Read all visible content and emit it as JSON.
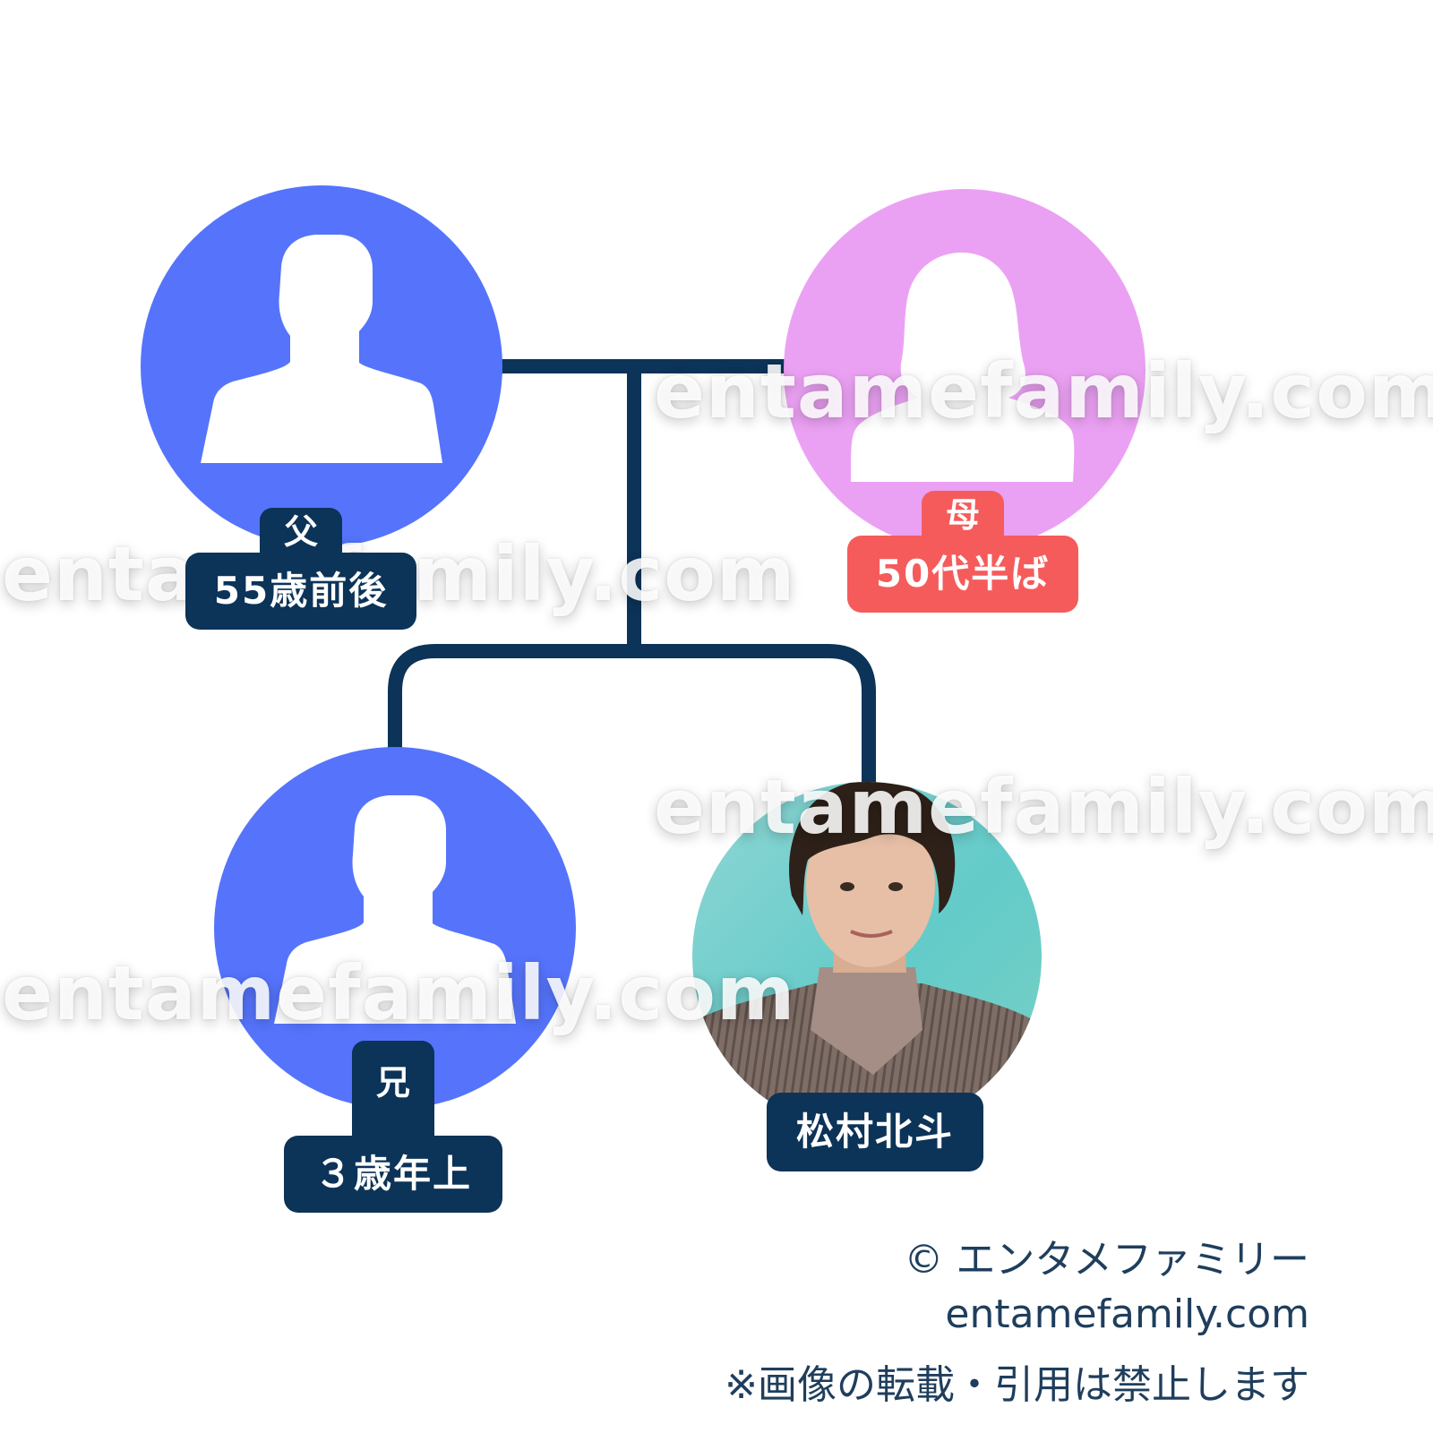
{
  "colors": {
    "male_circle": "#5574fb",
    "female_circle": "#eba1f3",
    "connector": "#0c3358",
    "label_navy": "#0c3358",
    "label_red": "#f65b5b",
    "silhouette": "#ffffff"
  },
  "members": {
    "father": {
      "relation": "父",
      "detail": "55歳前後",
      "icon": "male-silhouette-icon"
    },
    "mother": {
      "relation": "母",
      "detail": "50代半ば",
      "icon": "female-silhouette-icon"
    },
    "brother": {
      "relation": "兄",
      "detail": "３歳年上",
      "icon": "male-silhouette-icon"
    },
    "self": {
      "name": "松村北斗",
      "icon": "portrait-photo"
    }
  },
  "watermark": "entamefamily.com",
  "credit": {
    "copyright": "© エンタメファミリー",
    "site": "entamefamily.com",
    "notice": "※画像の転載・引用は禁止します"
  }
}
